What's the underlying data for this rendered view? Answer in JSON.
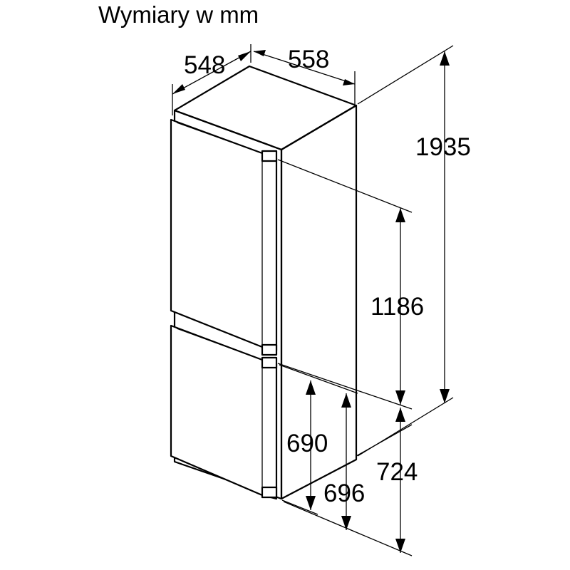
{
  "title": "Wymiary w mm",
  "dimensions": {
    "depth": "548",
    "width": "558",
    "total_height": "1935",
    "upper_section": "1186",
    "lower_section": "724",
    "lower_door_a": "690",
    "lower_door_b": "696"
  },
  "colors": {
    "line": "#000000",
    "background": "#ffffff"
  }
}
